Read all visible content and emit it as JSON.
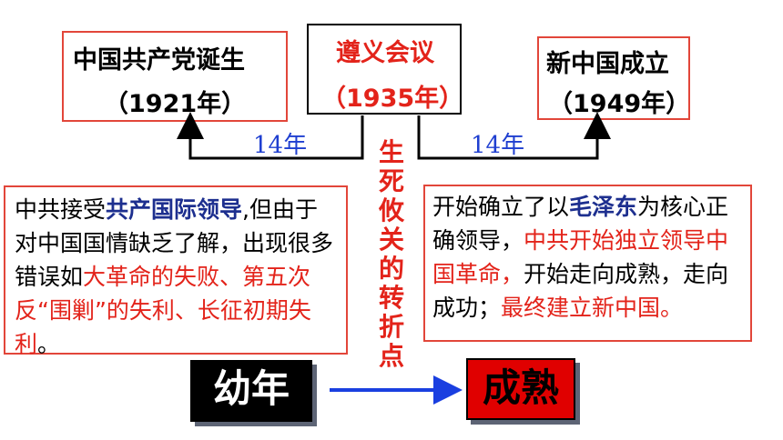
{
  "events": {
    "left": {
      "title": "中国共产党诞生",
      "year": "（1921年）"
    },
    "center": {
      "title": "遵义会议",
      "year": "（1935年）"
    },
    "right": {
      "title": "新中国成立",
      "year": "（1949年）"
    }
  },
  "gaps": {
    "left": "14年",
    "right": "14年"
  },
  "vertical_label": [
    "生",
    "死",
    "攸",
    "关",
    "的",
    "转",
    "折",
    "点"
  ],
  "left_paragraph": {
    "p1": "中共接受",
    "p2": "共产国际领导",
    "p3": ",但由于对中国国情缺乏了解，出现很多错误如",
    "p4": "大革命的失败、第五次反“围剿”的失利、长征初期失利",
    "p5": "。"
  },
  "right_paragraph": {
    "p1": "开始确立了以",
    "p2": "毛泽东",
    "p3": "为核心正确领导，",
    "p4": "中共开始独立领导中国革命，",
    "p5": "开始走向成熟，走向成功；",
    "p6": "最终建立新中国。"
  },
  "stages": {
    "from": "幼年",
    "to": "成熟"
  },
  "colors": {
    "red": "#e3231a",
    "blue": "#1f3fd0",
    "dark_blue": "#1d2f8f",
    "box_red": "#e2463a",
    "arrow": "#1a3fe0"
  }
}
